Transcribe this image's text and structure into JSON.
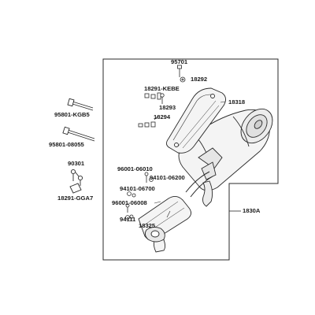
{
  "parts": {
    "p95701": "95701",
    "p18292": "18292",
    "p18291_kebe": "18291-KEBE",
    "p18293": "18293",
    "p18318": "18318",
    "p18294": "18294",
    "p95801_kgb5": "95801-KGB5",
    "p95801_08055": "95801-08055",
    "p90301": "90301",
    "p18291_gga7": "18291-GGA7",
    "p96001_06010": "96001-06010",
    "p94101_06200": "94101-06200",
    "p94101_06700": "94101-06700",
    "p96001_06008": "96001-06008",
    "p94111": "94111",
    "p18325": "18325",
    "p1830a": "1830A"
  },
  "colors": {
    "line": "#2a2a2a",
    "part_fill": "#f4f4f4",
    "shadow": "#d6d6d6"
  }
}
